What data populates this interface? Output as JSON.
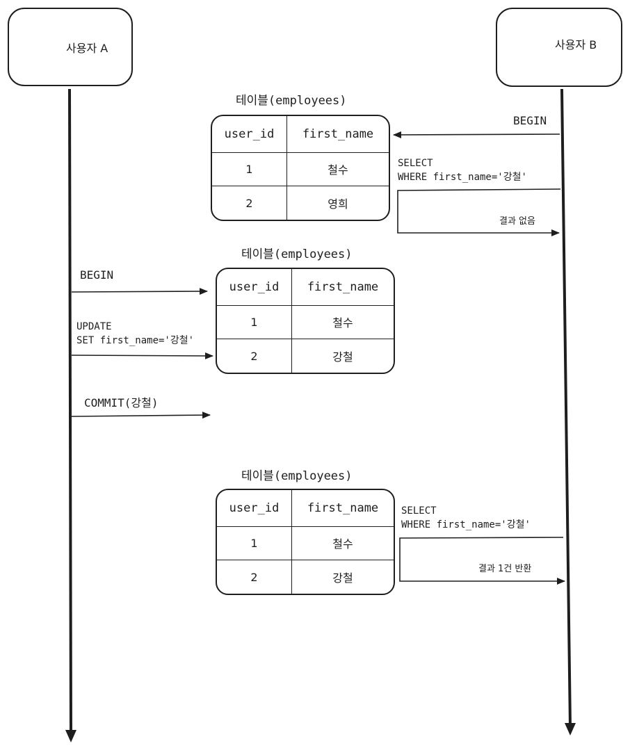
{
  "actors": {
    "a": {
      "label": "사용자 A"
    },
    "b": {
      "label": "사용자 B"
    }
  },
  "tables": [
    {
      "title": "테이블(employees)",
      "headers": [
        "user_id",
        "first_name"
      ],
      "rows": [
        [
          "1",
          "철수"
        ],
        [
          "2",
          "영희"
        ]
      ]
    },
    {
      "title": "테이블(employees)",
      "headers": [
        "user_id",
        "first_name"
      ],
      "rows": [
        [
          "1",
          "철수"
        ],
        [
          "2",
          "강철"
        ]
      ]
    },
    {
      "title": "테이블(employees)",
      "headers": [
        "user_id",
        "first_name"
      ],
      "rows": [
        [
          "1",
          "철수"
        ],
        [
          "2",
          "강철"
        ]
      ]
    }
  ],
  "messages": {
    "b_begin": "BEGIN",
    "b_select1_line1": "SELECT",
    "b_select1_line2": "WHERE  first_name='강철'",
    "b_result1": "결과 없음",
    "a_begin": "BEGIN",
    "a_update_line1": "UPDATE",
    "a_update_line2": "SET first_name='강철'",
    "a_commit": "COMMIT(강철)",
    "b_select2_line1": "SELECT",
    "b_select2_line2": "WHERE  first_name='강철'",
    "b_result2": "결과 1건 반환"
  },
  "colors": {
    "stroke": "#1e1e1e",
    "background": "#ffffff",
    "hatch": "#9a9a9a"
  }
}
